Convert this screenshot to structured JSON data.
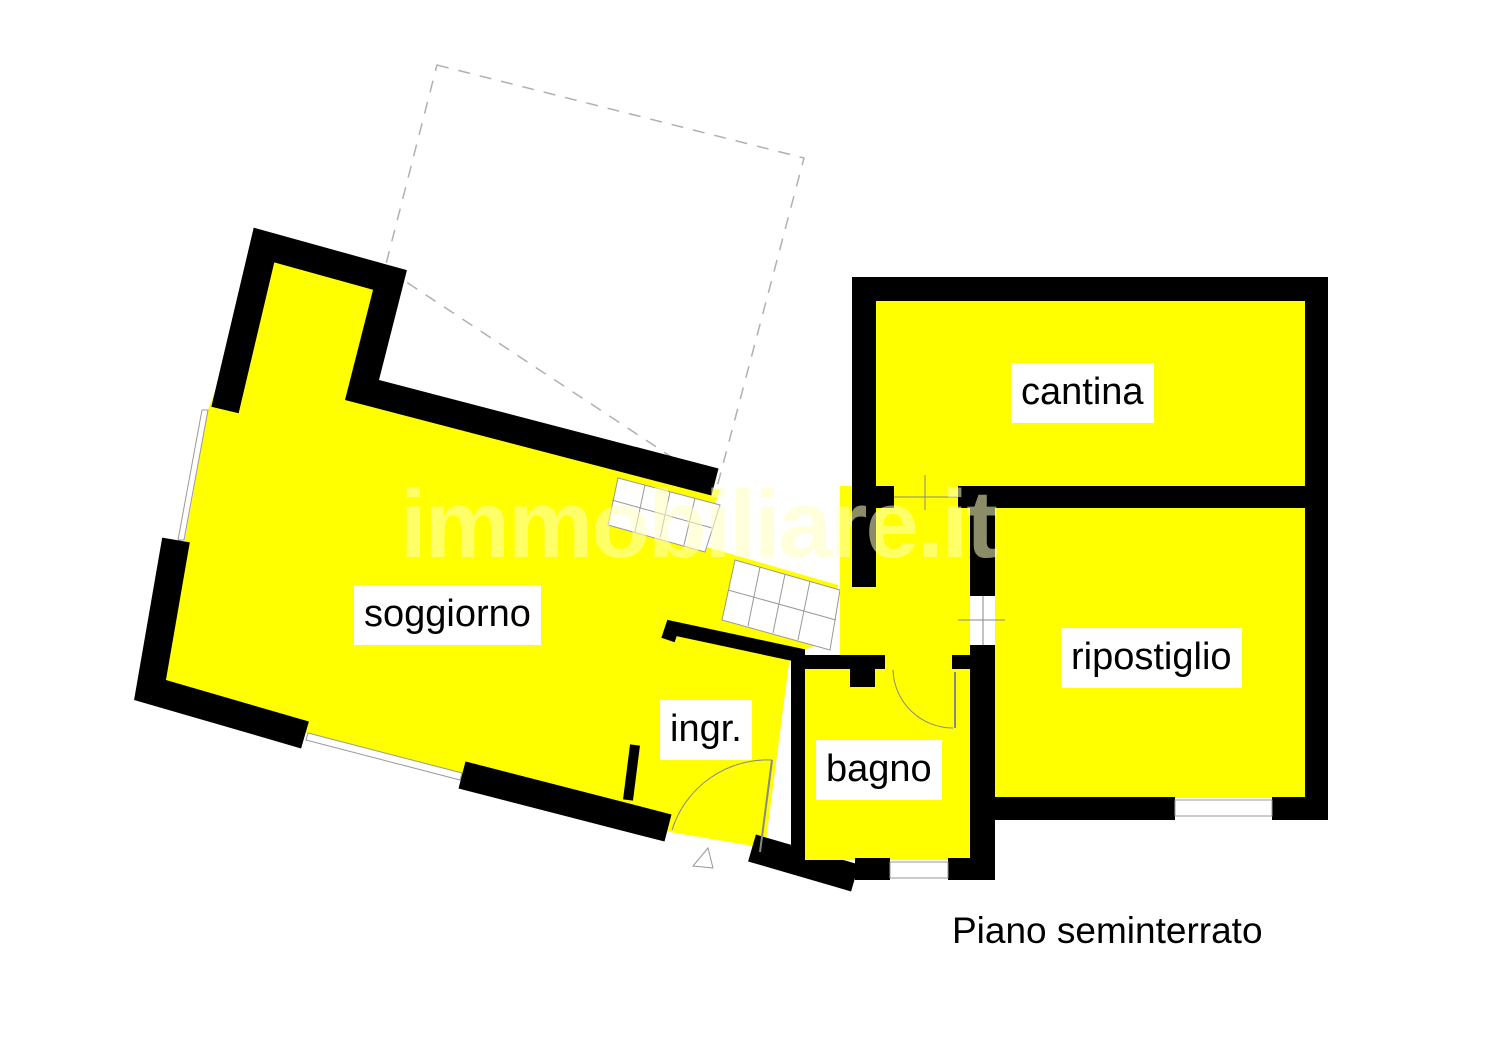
{
  "floor_plan": {
    "level_caption": "Piano seminterrato",
    "watermark": "immobiliare.it",
    "rooms": [
      {
        "id": "soggiorno",
        "label": "soggiorno"
      },
      {
        "id": "ingresso",
        "label": "ingr."
      },
      {
        "id": "bagno",
        "label": "bagno"
      },
      {
        "id": "cantina",
        "label": "cantina"
      },
      {
        "id": "ripostiglio",
        "label": "ripostiglio"
      }
    ],
    "colors": {
      "room_fill": "#ffff00",
      "wall": "#000000",
      "background": "#ffffff",
      "dashed_outline": "#b0b0b0"
    },
    "symbols": [
      "entrance-arrow",
      "stairs",
      "door-swing",
      "window"
    ]
  }
}
